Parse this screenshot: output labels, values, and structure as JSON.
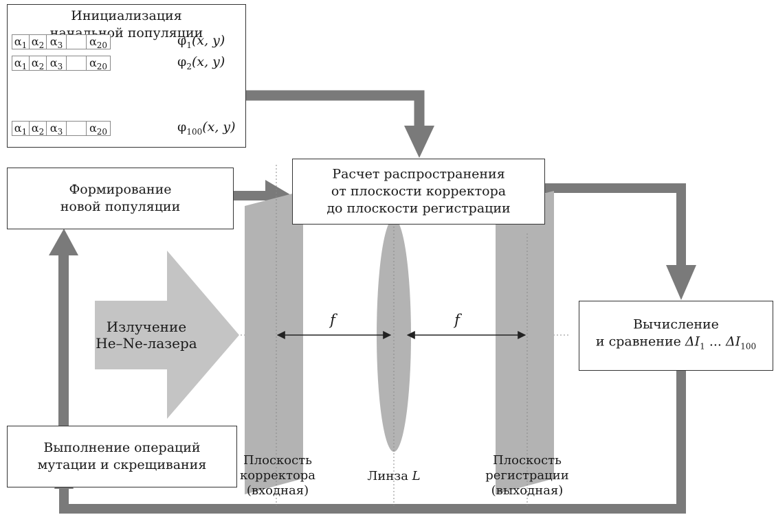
{
  "init_box": {
    "title_line1": "Инициализация",
    "title_line2": "начальной популяции",
    "rows": [
      {
        "cells": [
          "α",
          "α",
          "α",
          "",
          "α"
        ],
        "subs": [
          "1",
          "2",
          "3",
          "",
          "20"
        ],
        "phi": "φ",
        "phi_sub": "1",
        "phi_arg": "(x, y)"
      },
      {
        "cells": [
          "α",
          "α",
          "α",
          "",
          "α"
        ],
        "subs": [
          "1",
          "2",
          "3",
          "",
          "20"
        ],
        "phi": "φ",
        "phi_sub": "2",
        "phi_arg": "(x, y)"
      },
      {
        "cells": [
          "α",
          "α",
          "α",
          "",
          "α"
        ],
        "subs": [
          "1",
          "2",
          "3",
          "",
          "20"
        ],
        "phi": "φ",
        "phi_sub": "100",
        "phi_arg": "(x, y)"
      }
    ]
  },
  "calc_box": {
    "line1": "Расчет распространения",
    "line2": "от плоскости корректора",
    "line3": "до плоскости регистрации"
  },
  "form_box": {
    "line1": "Формирование",
    "line2": "новой популяции"
  },
  "compute_box": {
    "line1": "Вычисление",
    "line2_prefix": "и сравнение ",
    "d1": "ΔI",
    "d1_sub": "1",
    "ellipsis": " ... ",
    "d2": "ΔI",
    "d2_sub": "100"
  },
  "ops_box": {
    "line1": "Выполнение операций",
    "line2": "мутации и скрещивания"
  },
  "laser": {
    "line1": "Излучение",
    "line2": "He–Ne-лазера"
  },
  "focal_label": "f",
  "corrector_plane": {
    "line1": "Плоскость",
    "line2": "корректора",
    "line3": "(входная)"
  },
  "lens": {
    "label_prefix": "Линза ",
    "label_var": "L"
  },
  "registration_plane": {
    "line1": "Плоскость",
    "line2": "регистрации",
    "line3": "(выходная)"
  },
  "colors": {
    "flow_arrow": "#7a7a7a",
    "plane_fill": "#b3b3b3",
    "laser_fill": "#c4c4c4",
    "small_arrow": "#b0b0b0"
  }
}
